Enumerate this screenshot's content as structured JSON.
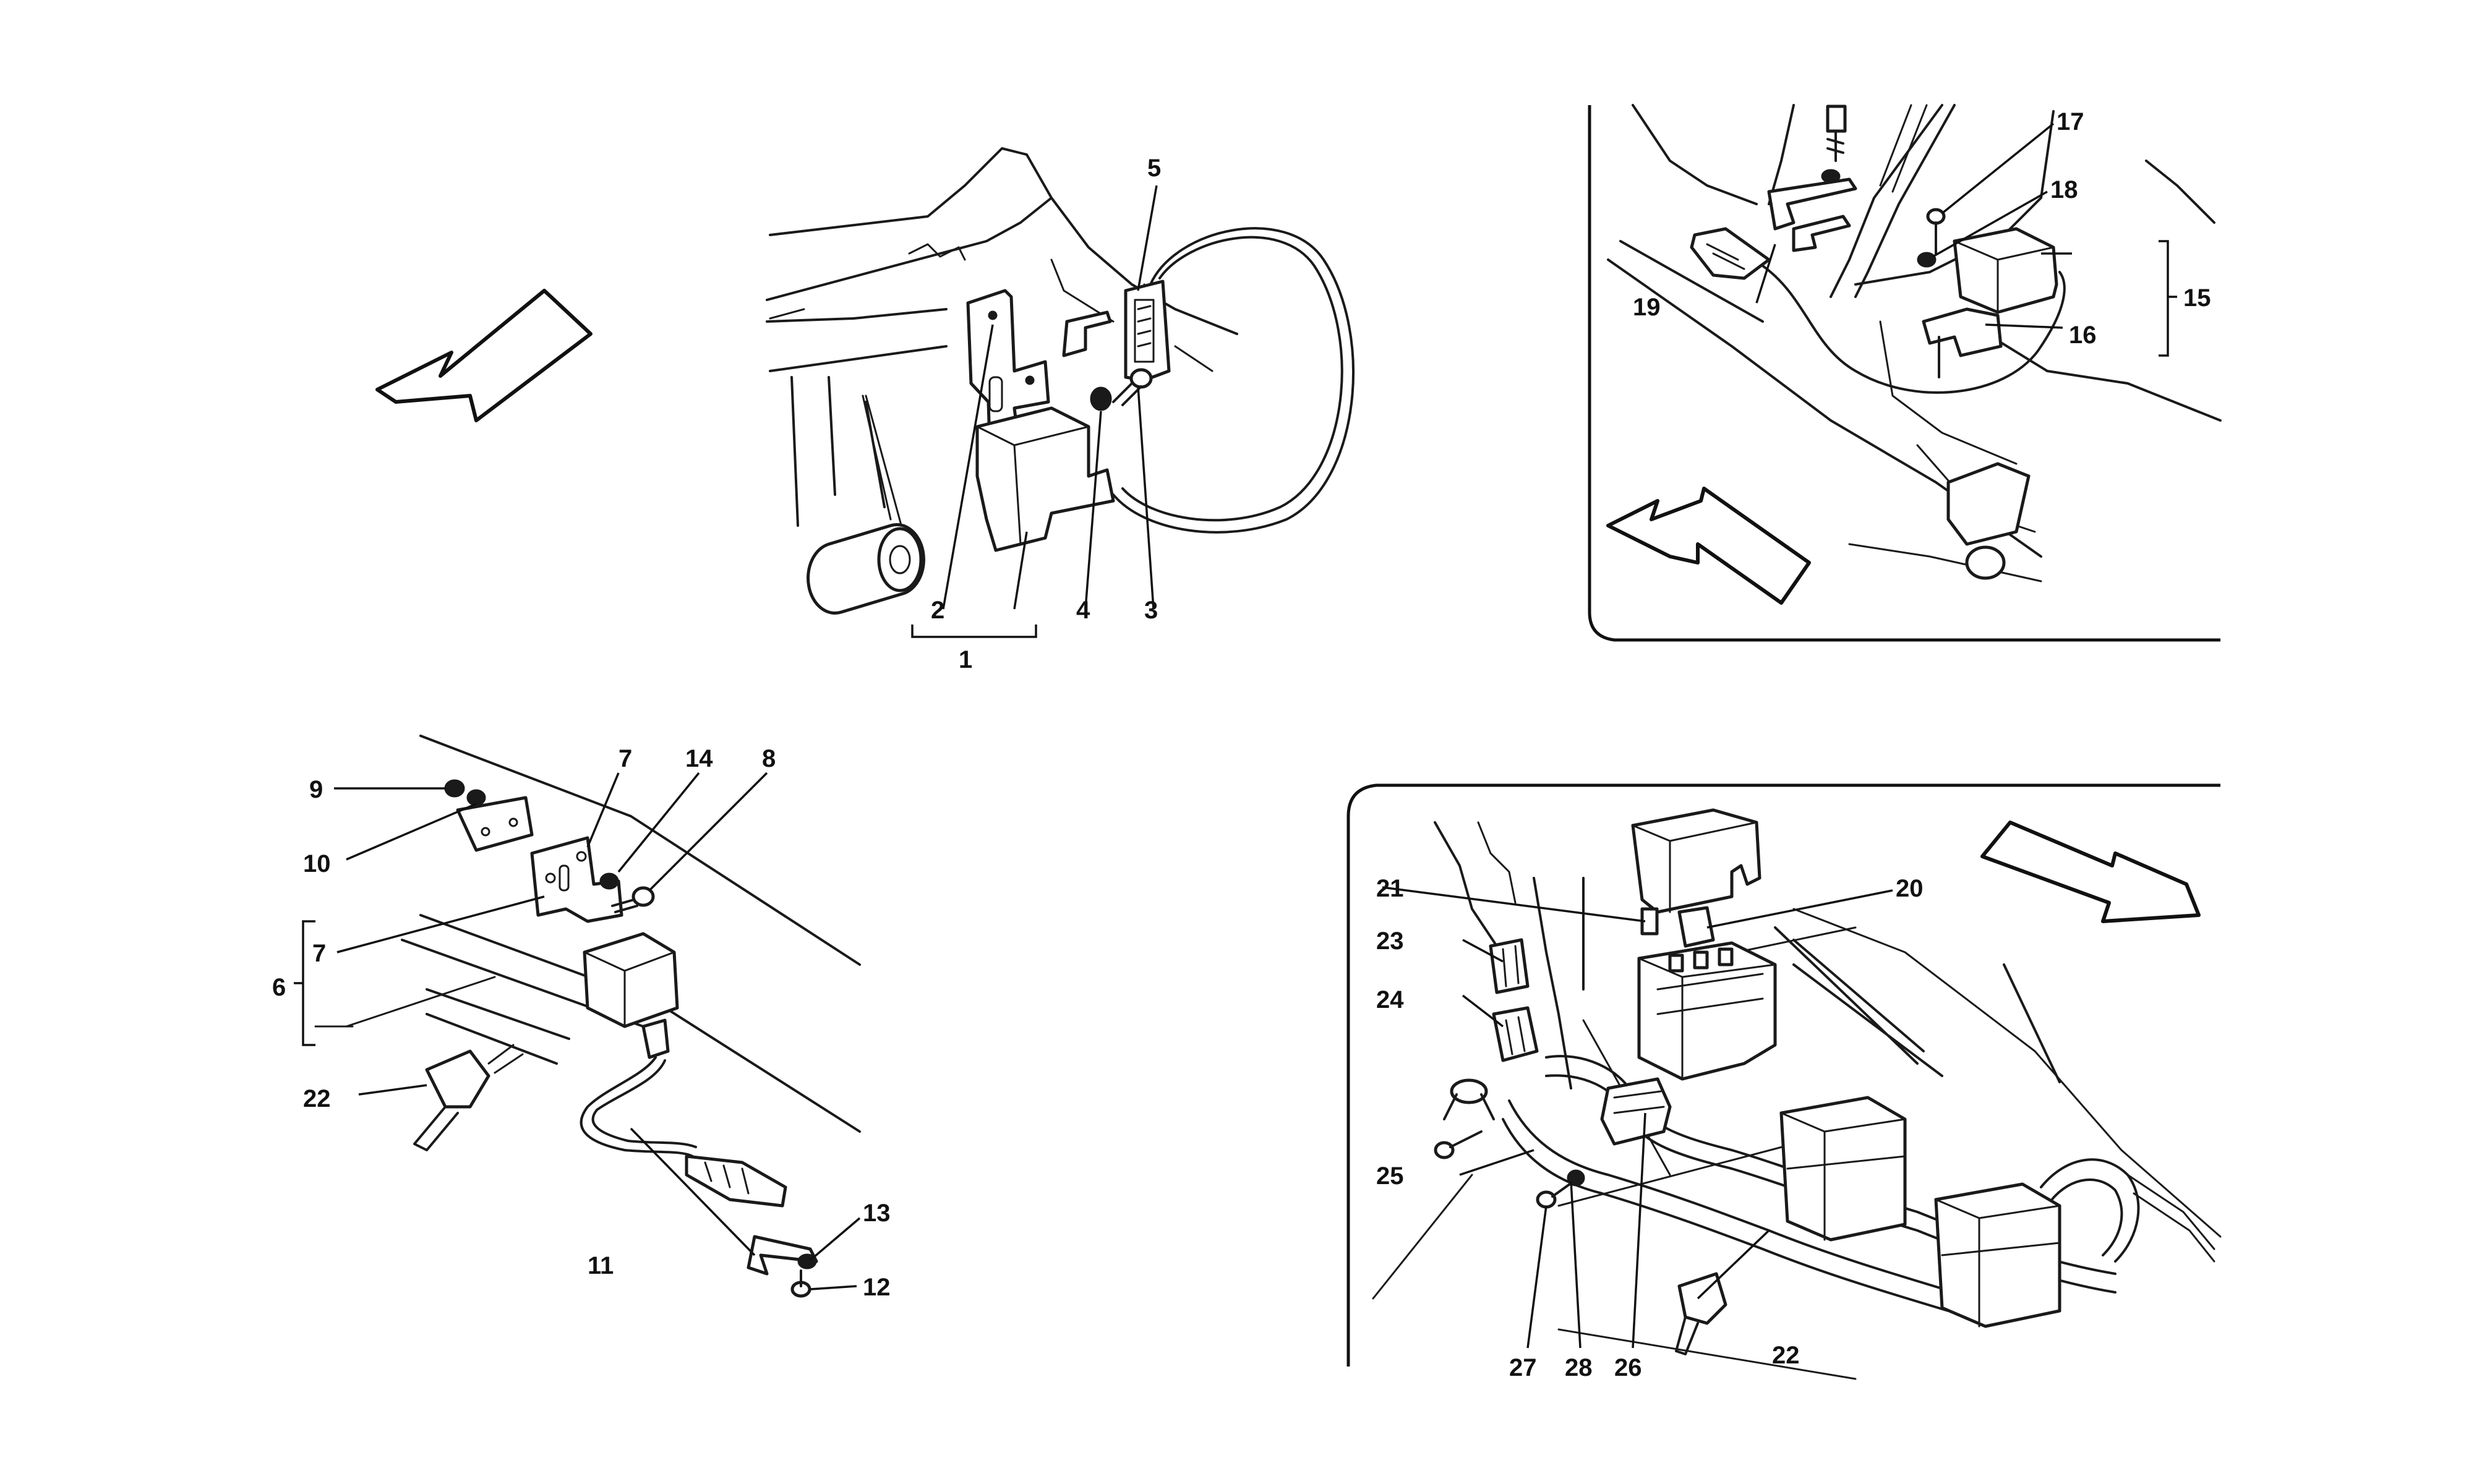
{
  "callouts": {
    "c1": "1",
    "c2": "2",
    "c3": "3",
    "c4": "4",
    "c5": "5",
    "c6": "6",
    "c7a": "7",
    "c7b": "7",
    "c8": "8",
    "c9": "9",
    "c10": "10",
    "c11": "11",
    "c12": "12",
    "c13": "13",
    "c14": "14",
    "c15": "15",
    "c16": "16",
    "c17": "17",
    "c18": "18",
    "c19": "19",
    "c20": "20",
    "c21": "21",
    "c22a": "22",
    "c22b": "22",
    "c23": "23",
    "c24": "24",
    "c25": "25",
    "c26": "26",
    "c27": "27",
    "c28": "28"
  }
}
